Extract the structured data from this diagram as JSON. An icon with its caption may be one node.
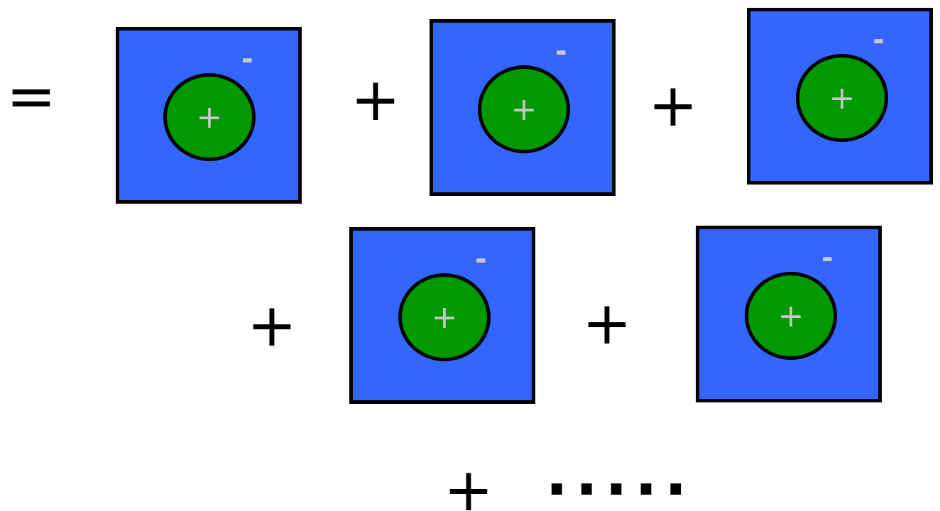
{
  "diagram": {
    "nodes": [
      {
        "text": [
          "-"
        ]
      },
      {
        "text": [
          "+"
        ],
        "in": 0
      },
      {
        "text": [
          "-"
        ]
      },
      {
        "text": [
          "+"
        ],
        "in": 2
      },
      {
        "text": [
          "-"
        ]
      },
      {
        "text": [
          "+"
        ],
        "in": 4
      },
      {
        "text": [
          "-"
        ]
      },
      {
        "text": [
          "+"
        ],
        "in": 6
      },
      {
        "text": [
          "-"
        ]
      },
      {
        "text": [
          "+"
        ],
        "in": 8
      }
    ],
    "edges": [],
    "labels": [
      "=",
      "+",
      "+",
      "+",
      "+",
      "+",
      "....."
    ]
  }
}
